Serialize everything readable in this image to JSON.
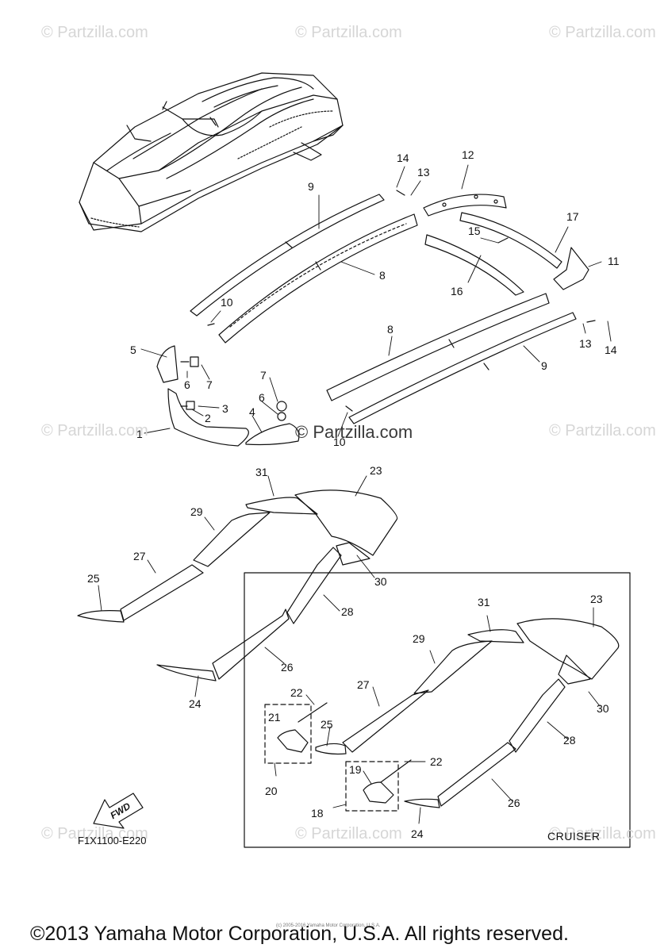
{
  "watermark": "© Partzilla.com",
  "callouts": [
    "1",
    "2",
    "3",
    "4",
    "5",
    "6",
    "7",
    "8",
    "9",
    "10",
    "11",
    "12",
    "13",
    "14",
    "15",
    "16",
    "17",
    "18",
    "19",
    "20",
    "21",
    "22",
    "23",
    "24",
    "25",
    "26",
    "27",
    "28",
    "29",
    "30",
    "31"
  ],
  "part_code": "F1X1100-E220",
  "cruiser_label": "CRUISER",
  "fwd_label": "FWD",
  "copyright": "©2013 Yamaha Motor Corporation, U.S.A. All rights reserved.",
  "small_credit": "(c) 2005-2016 Yamaha Motor Corporation, U.S.A."
}
